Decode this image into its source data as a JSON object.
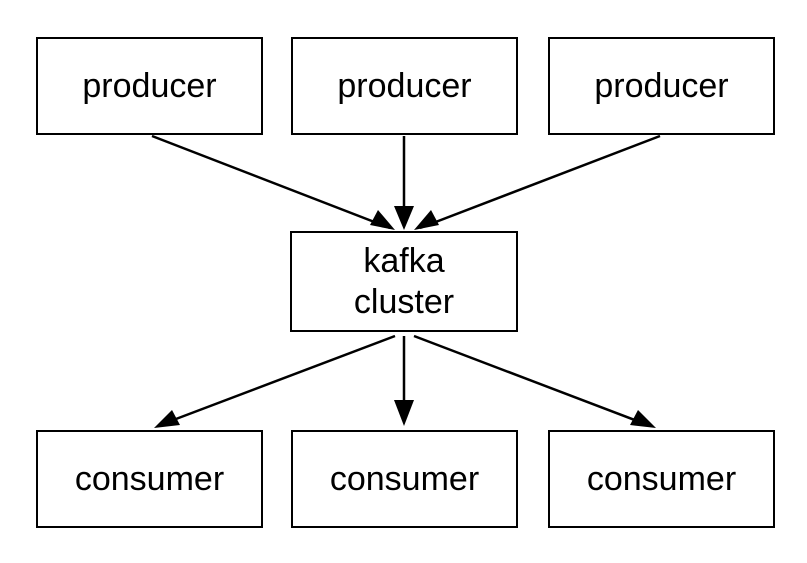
{
  "producers": [
    {
      "label": "producer"
    },
    {
      "label": "producer"
    },
    {
      "label": "producer"
    }
  ],
  "cluster": {
    "label": "kafka\ncluster"
  },
  "consumers": [
    {
      "label": "consumer"
    },
    {
      "label": "consumer"
    },
    {
      "label": "consumer"
    }
  ],
  "colors": {
    "stroke": "#000000",
    "background": "#ffffff"
  }
}
